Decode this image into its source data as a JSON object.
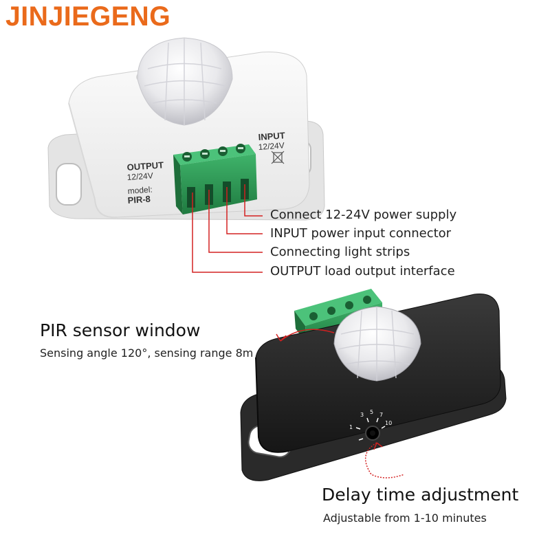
{
  "brand": "JINJIEGENG",
  "top_device": {
    "output_label": "OUTPUT",
    "output_voltage": "12/24V",
    "model_label": "model:",
    "model_name": "PIR-8",
    "input_label": "INPUT",
    "input_voltage": "12/24V"
  },
  "callouts": [
    "Connect 12-24V power supply",
    "INPUT power input connector",
    "Connecting light strips",
    "OUTPUT load output interface"
  ],
  "sensor": {
    "title": "PIR sensor window",
    "subtitle": "Sensing angle 120°, sensing range 8m"
  },
  "delay": {
    "title": "Delay time adjustment",
    "subtitle": "Adjustable from 1-10 minutes",
    "dial_marks": [
      "1",
      "3",
      "5",
      "7",
      "10"
    ]
  },
  "colors": {
    "brand": "#ea6a1b",
    "leader_line": "#d32020",
    "terminal": "#2e9a55",
    "white_case": "#f3f3f3",
    "black_case": "#1f1f1f"
  }
}
